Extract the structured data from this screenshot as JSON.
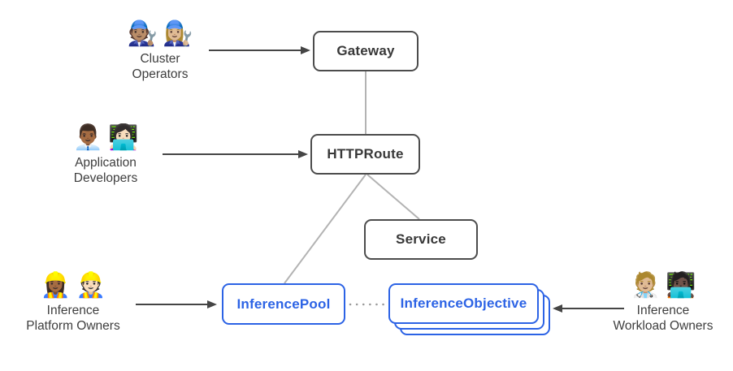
{
  "nodes": {
    "gateway": {
      "label": "Gateway"
    },
    "httproute": {
      "label": "HTTPRoute"
    },
    "service": {
      "label": "Service"
    },
    "inference_pool": {
      "label": "InferencePool"
    },
    "inference_objective": {
      "label": "InferenceObjective"
    }
  },
  "actors": {
    "cluster_operators": {
      "emoji1": "🧑🏽‍🔧",
      "emoji2": "👩🏼‍🔧",
      "line1": "Cluster",
      "line2": "Operators"
    },
    "application_developers": {
      "emoji1": "👨🏾‍💼",
      "emoji2": "👩🏻‍💻",
      "line1": "Application",
      "line2": "Developers"
    },
    "inference_platform_owners": {
      "emoji1": "👷🏾‍♀️",
      "emoji2": "👷🏻",
      "line1": "Inference",
      "line2": "Platform Owners"
    },
    "inference_workload_owners": {
      "emoji1": "🧑🏼‍⚕️",
      "emoji2": "🧑🏿‍💻",
      "line1": "Inference",
      "line2": "Workload Owners"
    }
  },
  "colors": {
    "accent_blue": "#2c63e5",
    "node_border_gray": "#4c4c4c",
    "connector_gray": "#b3b3b3",
    "dotted_gray": "#9a9a9a",
    "arrow_dark": "#454545",
    "label_text": "#3e3e3e"
  }
}
